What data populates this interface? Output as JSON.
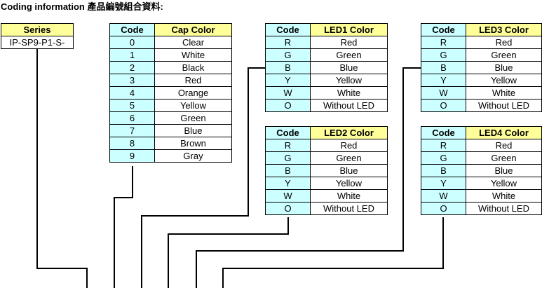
{
  "title": "Coding information 產品編號組合資料:",
  "series": {
    "header": "Series",
    "value": "IP-SP9-P1-S-"
  },
  "cap": {
    "code_header": "Code",
    "color_header": "Cap Color",
    "rows": [
      {
        "code": "0",
        "color": "Clear"
      },
      {
        "code": "1",
        "color": "White"
      },
      {
        "code": "2",
        "color": "Black"
      },
      {
        "code": "3",
        "color": "Red"
      },
      {
        "code": "4",
        "color": "Orange"
      },
      {
        "code": "5",
        "color": "Yellow"
      },
      {
        "code": "6",
        "color": "Green"
      },
      {
        "code": "7",
        "color": "Blue"
      },
      {
        "code": "8",
        "color": "Brown"
      },
      {
        "code": "9",
        "color": "Gray"
      }
    ]
  },
  "led1": {
    "code_header": "Code",
    "color_header": "LED1 Color",
    "rows": [
      {
        "code": "R",
        "color": "Red"
      },
      {
        "code": "G",
        "color": "Green"
      },
      {
        "code": "B",
        "color": "Blue"
      },
      {
        "code": "Y",
        "color": "Yellow"
      },
      {
        "code": "W",
        "color": "White"
      },
      {
        "code": "O",
        "color": "Without LED"
      }
    ]
  },
  "led2": {
    "code_header": "Code",
    "color_header": "LED2 Color",
    "rows": [
      {
        "code": "R",
        "color": "Red"
      },
      {
        "code": "G",
        "color": "Green"
      },
      {
        "code": "B",
        "color": "Blue"
      },
      {
        "code": "Y",
        "color": "Yellow"
      },
      {
        "code": "W",
        "color": "White"
      },
      {
        "code": "O",
        "color": "Without LED"
      }
    ]
  },
  "led3": {
    "code_header": "Code",
    "color_header": "LED3 Color",
    "rows": [
      {
        "code": "R",
        "color": "Red"
      },
      {
        "code": "G",
        "color": "Green"
      },
      {
        "code": "B",
        "color": "Blue"
      },
      {
        "code": "Y",
        "color": "Yellow"
      },
      {
        "code": "W",
        "color": "White"
      },
      {
        "code": "O",
        "color": "Without LED"
      }
    ]
  },
  "led4": {
    "code_header": "Code",
    "color_header": "LED4 Color",
    "rows": [
      {
        "code": "R",
        "color": "Red"
      },
      {
        "code": "G",
        "color": "Green"
      },
      {
        "code": "B",
        "color": "Blue"
      },
      {
        "code": "Y",
        "color": "Yellow"
      },
      {
        "code": "W",
        "color": "White"
      },
      {
        "code": "O",
        "color": "Without LED"
      }
    ]
  }
}
